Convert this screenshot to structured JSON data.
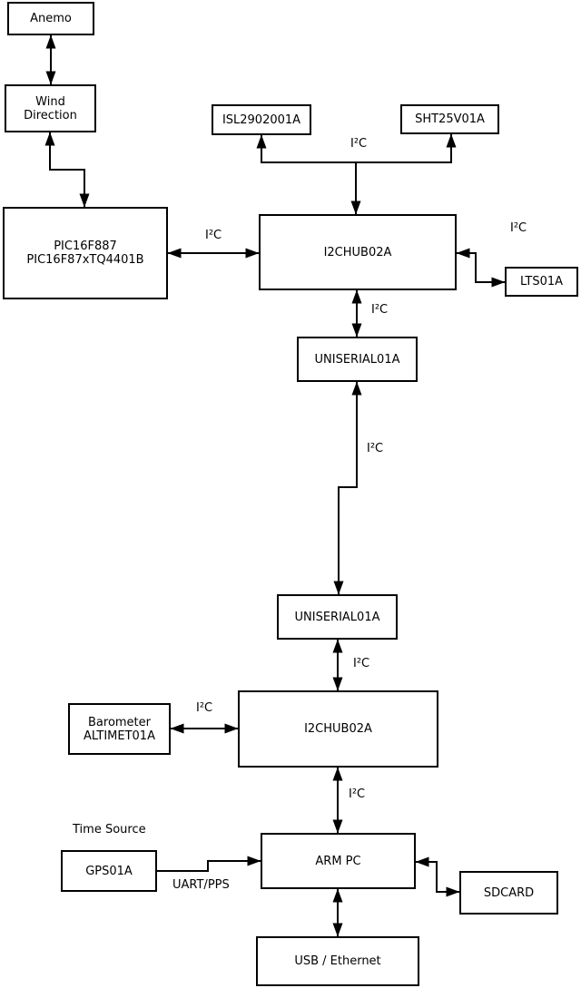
{
  "colors": {
    "line": "#000000",
    "background": "#ffffff",
    "text": "#000000",
    "node_fill": "#ffffff"
  },
  "diagram": {
    "nodes": {
      "anemo": {
        "label": "Anemo"
      },
      "wind_direction": {
        "label": "Wind\nDirection"
      },
      "pic": {
        "label": "PIC16F887\nPIC16F87xTQ4401B"
      },
      "isl": {
        "label": "ISL2902001A"
      },
      "sht": {
        "label": "SHT25V01A"
      },
      "hub1": {
        "label": "I2CHUB02A"
      },
      "lts": {
        "label": "LTS01A"
      },
      "uniserial1": {
        "label": "UNISERIAL01A"
      },
      "uniserial2": {
        "label": "UNISERIAL01A"
      },
      "hub2": {
        "label": "I2CHUB02A"
      },
      "barometer": {
        "label": "Barometer\nALTIMET01A"
      },
      "gps": {
        "label": "GPS01A"
      },
      "armpc": {
        "label": "ARM PC"
      },
      "sdcard": {
        "label": "SDCARD"
      },
      "usb": {
        "label": "USB / Ethernet"
      }
    },
    "edge_labels": {
      "i2c_sensor_bus": "I²C",
      "i2c_pic_hub": "I²C",
      "i2c_hub_lts": "I²C",
      "i2c_hub_uniserial": "I²C",
      "i2c_uniserial_link": "I²C",
      "i2c_uniserial_hub2": "I²C",
      "i2c_barometer_hub2": "I²C",
      "i2c_hub2_armpc": "I²C",
      "uart_pps": "UART/PPS",
      "time_source": "Time Source"
    },
    "edges": [
      {
        "a": "anemo",
        "b": "wind_direction",
        "arrows": "both",
        "label": ""
      },
      {
        "a": "wind_direction",
        "b": "pic",
        "arrows": "both",
        "label": ""
      },
      {
        "a": "pic",
        "b": "hub1",
        "arrows": "both",
        "label": "I²C"
      },
      {
        "a": "hub1",
        "b": "isl",
        "arrows": "b",
        "label": "I²C"
      },
      {
        "a": "hub1",
        "b": "sht",
        "arrows": "b",
        "label": "I²C"
      },
      {
        "a": "hub1",
        "b": "lts",
        "arrows": "both",
        "label": "I²C"
      },
      {
        "a": "hub1",
        "b": "uniserial1",
        "arrows": "both",
        "label": "I²C"
      },
      {
        "a": "uniserial1",
        "b": "uniserial2",
        "arrows": "both",
        "label": "I²C"
      },
      {
        "a": "uniserial2",
        "b": "hub2",
        "arrows": "both",
        "label": "I²C"
      },
      {
        "a": "barometer",
        "b": "hub2",
        "arrows": "both",
        "label": "I²C"
      },
      {
        "a": "hub2",
        "b": "armpc",
        "arrows": "both",
        "label": "I²C"
      },
      {
        "a": "gps",
        "b": "armpc",
        "arrows": "b",
        "label": "UART/PPS"
      },
      {
        "a": "armpc",
        "b": "sdcard",
        "arrows": "both",
        "label": ""
      },
      {
        "a": "armpc",
        "b": "usb",
        "arrows": "both",
        "label": ""
      }
    ]
  }
}
